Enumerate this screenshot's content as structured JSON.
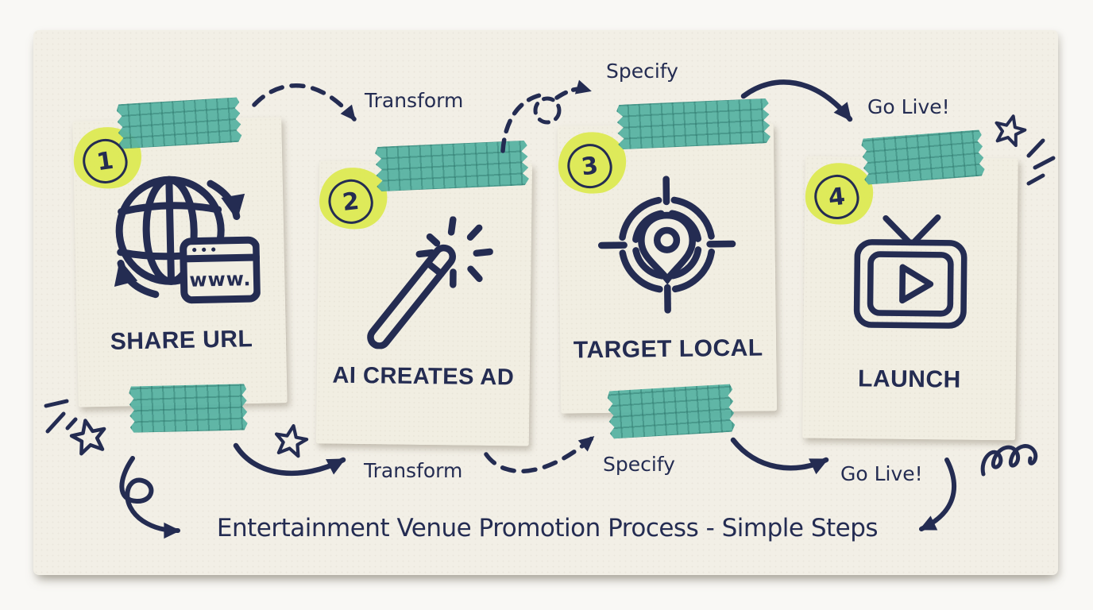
{
  "diagram": {
    "caption": "Entertainment Venue Promotion Process - Simple Steps",
    "ink_color": "#242c52",
    "tape_color": "#58b3a3",
    "highlight_color": "#dce94e",
    "paper_color": "#f1eee2",
    "sheet_color": "#f2efe6"
  },
  "steps": [
    {
      "number": "1",
      "label": "SHARE URL",
      "icon": "globe-browser-icon",
      "browser_text": "www."
    },
    {
      "number": "2",
      "label": "AI CREATES AD",
      "icon": "magic-wand-icon"
    },
    {
      "number": "3",
      "label": "TARGET LOCAL",
      "icon": "location-target-icon"
    },
    {
      "number": "4",
      "label": "LAUNCH",
      "icon": "tv-play-icon"
    }
  ],
  "connectors": {
    "top": [
      {
        "label": "Transform",
        "style": "dashed-arrow"
      },
      {
        "label": "Specify",
        "style": "dashed-loop-arrow"
      },
      {
        "label": "Go Live!",
        "style": "solid-arrow"
      }
    ],
    "bottom": [
      {
        "label": "Transform",
        "style": "solid-arrow"
      },
      {
        "label": "Specify",
        "style": "dashed-arrow"
      },
      {
        "label": "Go Live!",
        "style": "solid-arrow"
      }
    ]
  }
}
